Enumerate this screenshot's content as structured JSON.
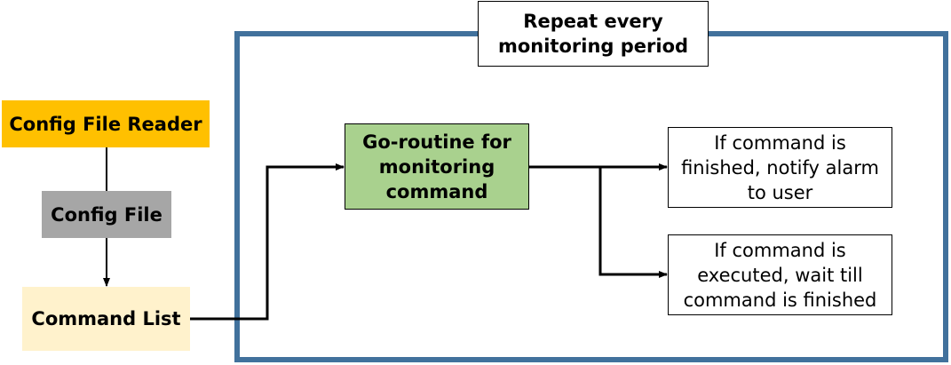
{
  "diagram": {
    "loop_label": "Repeat every\nmonitoring period",
    "nodes": {
      "config_reader": "Config File Reader",
      "config_file": "Config File",
      "command_list": "Command List",
      "goroutine": "Go-routine for\nmonitoring\ncommand",
      "finished": "If command is\nfinished, notify alarm\nto user",
      "executed": "If command is\nexecuted, wait till\ncommand is finished"
    },
    "colors": {
      "loop_border": "#41719c",
      "config_reader_fill": "#ffc000",
      "config_file_fill": "#a6a6a6",
      "command_list_fill": "#fff2cc",
      "goroutine_fill": "#a9d18e"
    }
  }
}
